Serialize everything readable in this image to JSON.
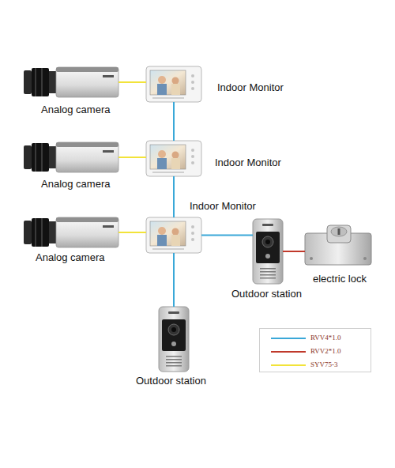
{
  "diagram": {
    "nodes": [
      {
        "text": [
          "Analog camera"
        ]
      },
      {
        "text": [
          "Indoor Monitor"
        ]
      },
      {
        "text": [
          "Analog camera"
        ]
      },
      {
        "text": [
          "Indoor Monitor"
        ]
      },
      {
        "text": [
          "Analog camera"
        ]
      },
      {
        "text": [
          "Indoor Monitor"
        ]
      },
      {
        "text": [
          "Outdoor station"
        ]
      },
      {
        "text": [
          "electric lock"
        ]
      },
      {
        "text": [
          "Outdoor station"
        ]
      }
    ],
    "edges": [
      {
        "from": 0,
        "to": 1,
        "arrow": "none"
      },
      {
        "from": 2,
        "to": 3,
        "arrow": "none"
      },
      {
        "from": 4,
        "to": 5,
        "arrow": "none"
      },
      {
        "from": 1,
        "to": 3,
        "arrow": "none"
      },
      {
        "from": 3,
        "to": 5,
        "arrow": "none"
      },
      {
        "from": 5,
        "to": 6,
        "arrow": "none"
      },
      {
        "from": 6,
        "to": 7,
        "arrow": "none"
      },
      {
        "from": 5,
        "to": 8,
        "arrow": "none"
      }
    ],
    "legend": [
      {
        "text": "RVV4*1.0",
        "color": "#3aa8d8"
      },
      {
        "text": "RVV2*1.0",
        "color": "#c0392b"
      },
      {
        "text": "SYV75-3",
        "color": "#f2e33a"
      }
    ]
  }
}
